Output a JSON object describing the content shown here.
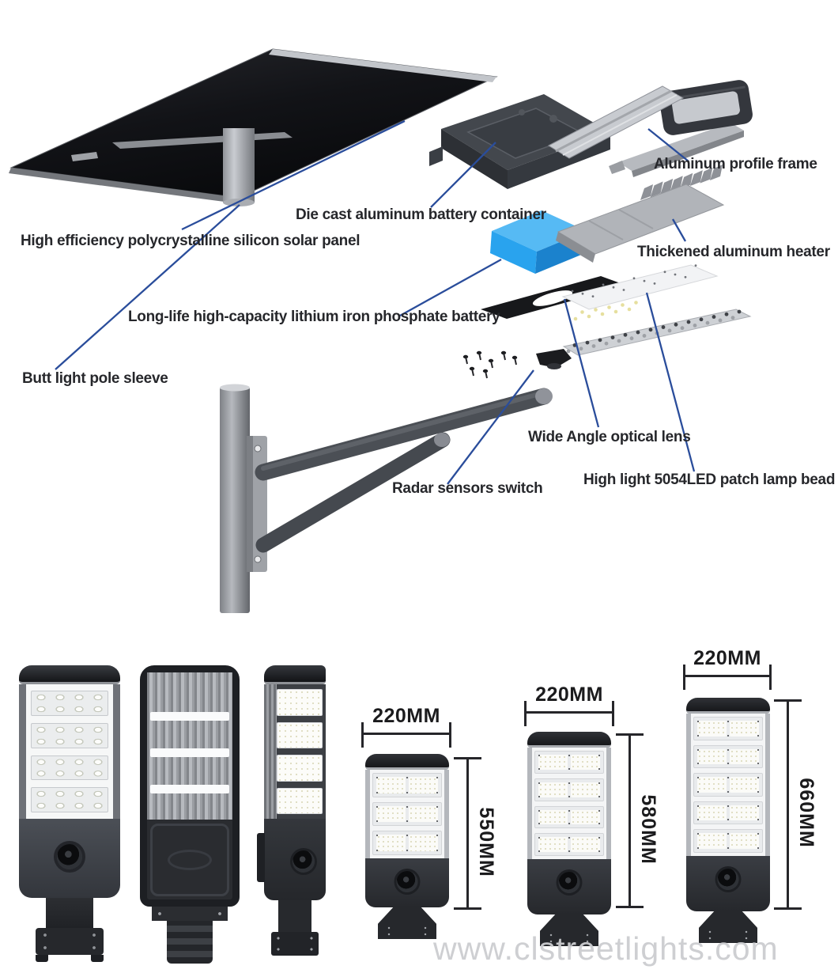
{
  "diagram": {
    "leader_color": "#2a4d9b",
    "labels": [
      {
        "id": "solar-panel",
        "text": "High efficiency polycrystalline silicon solar panel"
      },
      {
        "id": "battery-container",
        "text": "Die cast aluminum battery container"
      },
      {
        "id": "profile-frame",
        "text": "Aluminum profile frame"
      },
      {
        "id": "heater",
        "text": "Thickened aluminum heater"
      },
      {
        "id": "battery",
        "text": "Long-life high-capacity lithium iron phosphate battery"
      },
      {
        "id": "pole-sleeve",
        "text": "Butt light pole sleeve"
      },
      {
        "id": "optical-lens",
        "text": "Wide Angle optical lens"
      },
      {
        "id": "radar-switch",
        "text": "Radar sensors switch"
      },
      {
        "id": "lamp-bead",
        "text": "High light 5054LED patch lamp bead"
      }
    ]
  },
  "products": {
    "photo_views": [
      {
        "id": "front-view",
        "modules": 4
      },
      {
        "id": "back-view",
        "bands": 3
      },
      {
        "id": "side-view",
        "modules": 4
      }
    ],
    "dimension_lamps": [
      {
        "width_label": "220MM",
        "height_label": "550MM",
        "modules": 3
      },
      {
        "width_label": "220MM",
        "height_label": "580MM",
        "modules": 4
      },
      {
        "width_label": "220MM",
        "height_label": "660MM",
        "modules": 5
      }
    ]
  },
  "watermark": "www.clstreetlights.com"
}
